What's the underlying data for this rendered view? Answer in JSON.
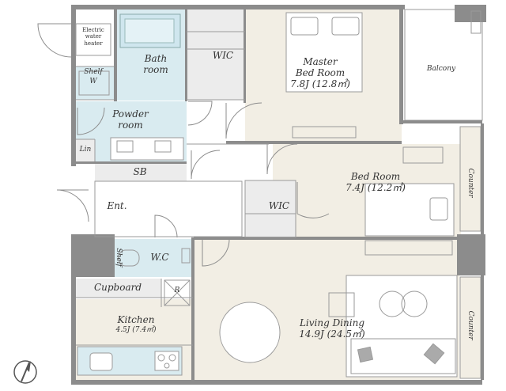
{
  "rooms": {
    "electric_water_heater": "Electric water heater",
    "shelf_top": "Shelf",
    "shelf_w": "W",
    "bath_line1": "Bath",
    "bath_line2": "room",
    "wic_top": "WIC",
    "master_line1": "Master",
    "master_line2": "Bed Room",
    "master_size": "7.8J (12.8㎡)",
    "balcony": "Balcony",
    "powder_line1": "Powder",
    "powder_line2": "room",
    "lin": "Lin",
    "sb": "SB",
    "ent": "Ent.",
    "bedroom_name": "Bed Room",
    "bedroom_size": "7.4J (12.2㎡)",
    "wic_mid": "WIC",
    "counter_top": "Counter",
    "shelf_wc": "Shelf",
    "wc": "W.C",
    "cupboard": "Cupboard",
    "refrigerator": "R",
    "kitchen_name": "Kitchen",
    "kitchen_size": "4.5J (7.4㎡)",
    "living_name": "Living Dining",
    "living_size": "14.9J (24.5㎡)",
    "counter_bottom": "Counter"
  },
  "colors": {
    "wall": "#8c8c8c",
    "floor_wood": "#f2eee4",
    "floor_wet": "#d9ebf0",
    "floor_plain": "#ffffff",
    "furniture_line": "#9a9a9a"
  },
  "icons": [
    "compass-icon",
    "door-swing-icon",
    "sink-icon",
    "stove-icon",
    "toilet-icon",
    "bathtub-icon",
    "bed-icon",
    "sofa-icon",
    "dining-table-icon"
  ]
}
